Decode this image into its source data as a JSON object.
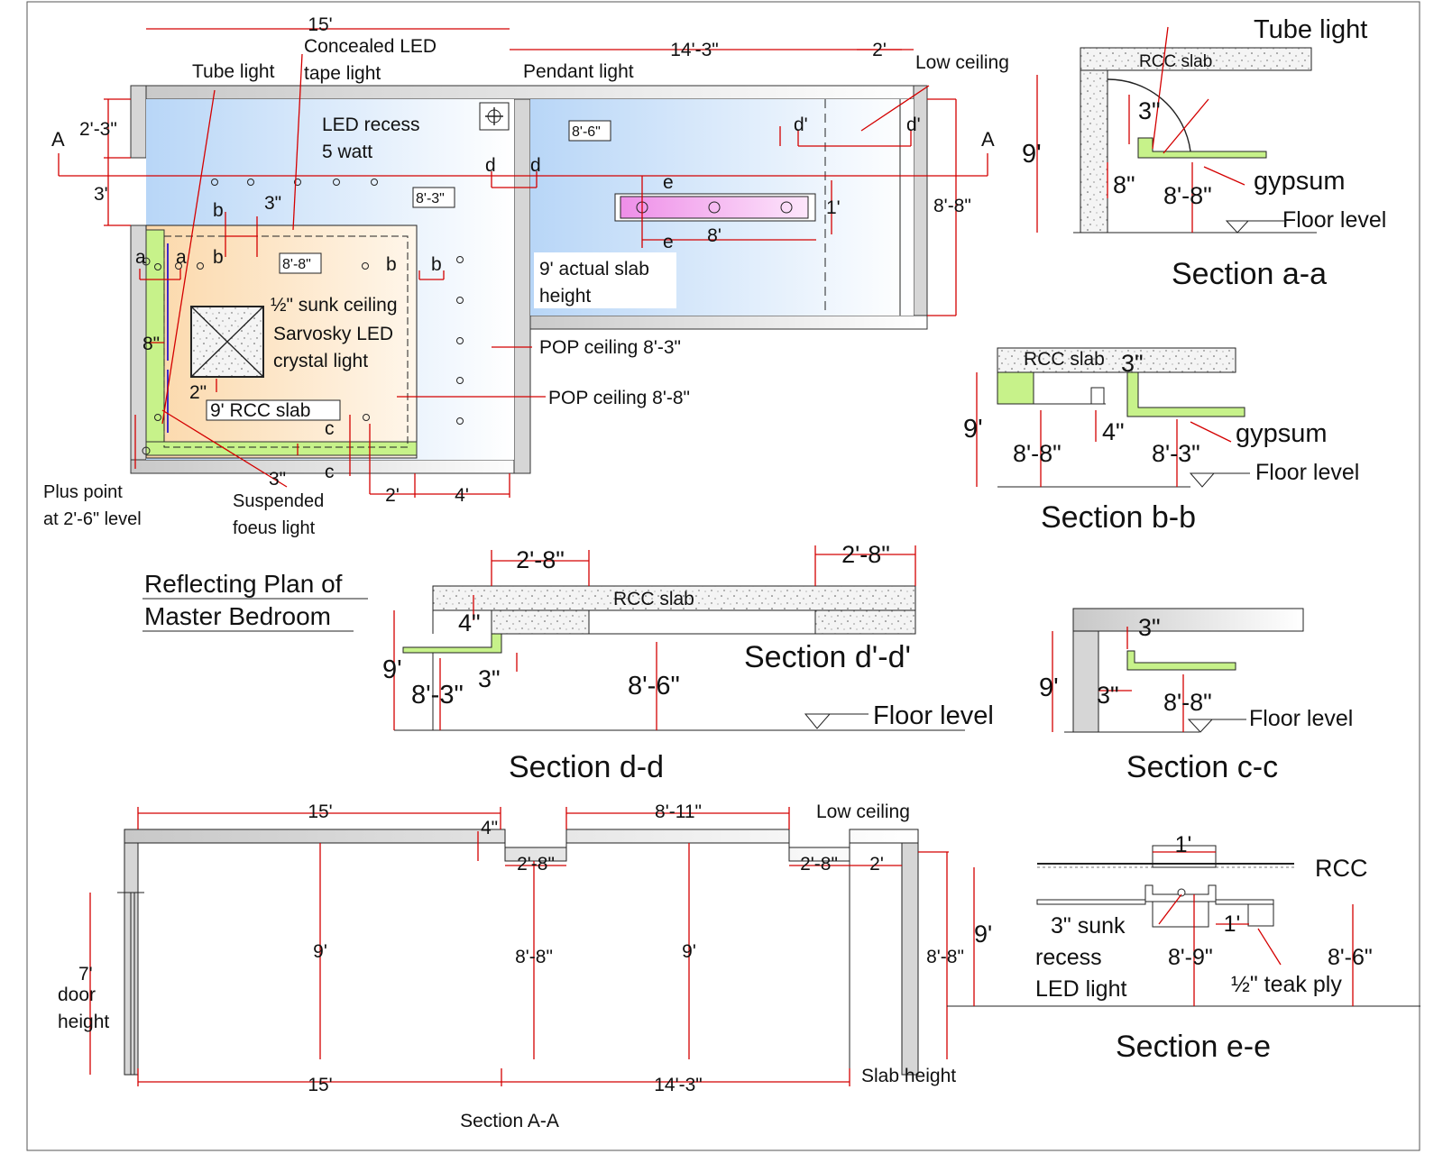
{
  "title": [
    "Reflecting Plan of",
    "Master Bedroom"
  ],
  "colors": {
    "dimension_line": "#d40000",
    "wall": "#d4d4d4",
    "gypsum": "#b9f07a",
    "ceiling_blue": "#cfe4fb",
    "ceiling_peach": "#fde3c2",
    "teak_ply": "#f3a6f0",
    "concrete": "#efefef"
  },
  "plan": {
    "dims": [
      "15'",
      "14'-3\"",
      "2'",
      "2'-3\"",
      "3'",
      "8'-8\"",
      "1'",
      "8'",
      "8\"",
      "3\"",
      "2\"",
      "3\"",
      "2'",
      "4'"
    ],
    "labels": {
      "tube_light": "Tube light",
      "led_tape": [
        "Concealed LED",
        "tape light"
      ],
      "pendant": "Pendant light",
      "low_ceiling": "Low ceiling",
      "led_recess": [
        "LED recess",
        "5 watt"
      ],
      "actual_slab": [
        "9' actual slab",
        "height"
      ],
      "sunk_ceiling": "½\" sunk ceiling",
      "sarvosky": [
        "Sarvosky LED",
        "crystal light"
      ],
      "rcc_slab": "9' RCC slab",
      "pop_83": "POP ceiling 8'-3\"",
      "pop_88": "POP ceiling 8'-8\"",
      "plus_point": [
        "Plus point",
        "at 2'-6\" level"
      ],
      "suspended": [
        "Suspended",
        "foeus light"
      ]
    },
    "level_tags": [
      "8'-6\"",
      "8'-3\"",
      "8'-8\""
    ],
    "section_marks": [
      "A",
      "A",
      "a",
      "a",
      "b",
      "b",
      "b",
      "b",
      "c",
      "c",
      "d",
      "d",
      "d'",
      "d'",
      "e",
      "e"
    ]
  },
  "section_aa_small": {
    "title": "Section a-a",
    "labels": {
      "tube_light": "Tube light",
      "rcc_slab": "RCC slab",
      "gypsum": "gypsum",
      "floor_level": "Floor level"
    },
    "dims": [
      "9'",
      "3\"",
      "8\"",
      "8'-8\""
    ]
  },
  "section_bb": {
    "title": "Section b-b",
    "labels": {
      "rcc_slab": "RCC slab",
      "gypsum": "gypsum",
      "floor_level": "Floor level"
    },
    "dims": [
      "3\"",
      "9'",
      "4\"",
      "8'-8\"",
      "8'-3\""
    ]
  },
  "section_dd": {
    "title": "Section d-d",
    "subtitle": "Section d'-d'",
    "labels": {
      "rcc_slab": "RCC slab",
      "floor_level": "Floor level"
    },
    "dims": [
      "2'-8\"",
      "2'-8\"",
      "4\"",
      "9'",
      "8'-3\"",
      "3\"",
      "8'-6\""
    ]
  },
  "section_cc": {
    "title": "Section c-c",
    "labels": {
      "floor_level": "Floor level"
    },
    "dims": [
      "3\"",
      "9'",
      "3\"",
      "8'-8\""
    ]
  },
  "section_AA": {
    "title": "Section A-A",
    "labels": {
      "low_ceiling": "Low ceiling",
      "slab_height": "Slab height",
      "door_height": [
        "7'",
        "door",
        "height"
      ]
    },
    "dims": [
      "15'",
      "8'-11\"",
      "4\"",
      "2'-8\"",
      "2'-8\"",
      "2'",
      "9'",
      "8'-8\"",
      "9'",
      "8'-8\"",
      "15'",
      "14'-3\""
    ]
  },
  "section_ee": {
    "title": "Section e-e",
    "labels": {
      "rcc": "RCC",
      "sunk": [
        "3\" sunk",
        "recess",
        "LED light"
      ],
      "teak_ply": "½\" teak ply"
    },
    "dims": [
      "1'",
      "9'",
      "1'",
      "8'-9\"",
      "8'-6\""
    ]
  }
}
